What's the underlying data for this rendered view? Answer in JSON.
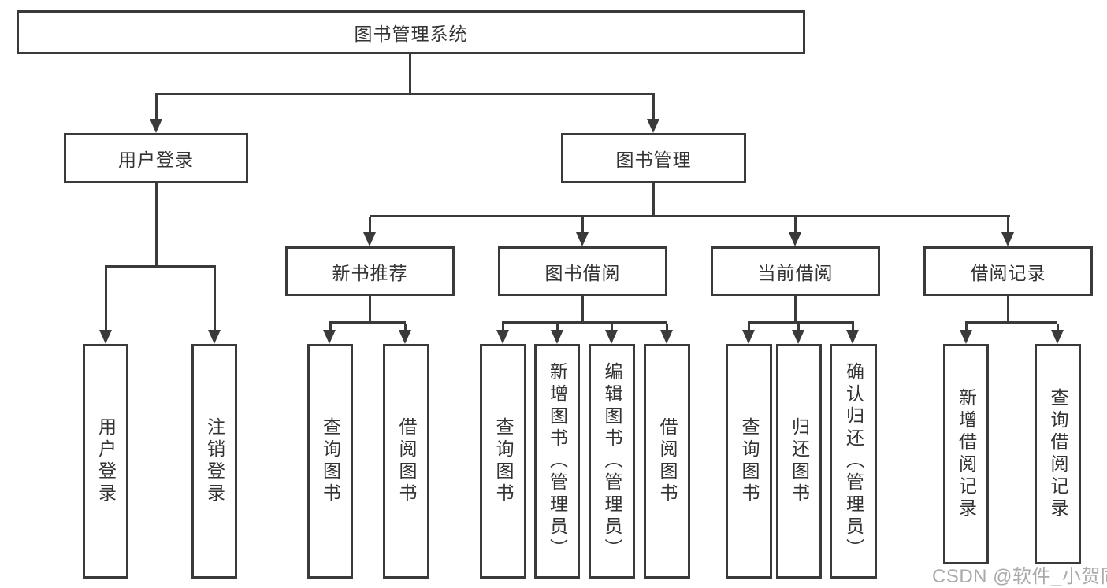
{
  "diagram": {
    "title": "图书管理系统",
    "branches": [
      {
        "label": "用户登录",
        "children": [
          "用户登录",
          "注销登录"
        ]
      },
      {
        "label": "图书管理",
        "groups": [
          {
            "label": "新书推荐",
            "children": [
              "查询图书",
              "借阅图书"
            ]
          },
          {
            "label": "图书借阅",
            "children": [
              "查询图书",
              "新增图书（管理员）",
              "编辑图书（管理员）",
              "借阅图书"
            ]
          },
          {
            "label": "当前借阅",
            "children": [
              "查询图书",
              "归还图书",
              "确认归还（管理员）"
            ]
          },
          {
            "label": "借阅记录",
            "children": [
              "新增借阅记录",
              "查询借阅记录"
            ]
          }
        ]
      }
    ],
    "watermark": "CSDN @软件_小贺同学",
    "colors": {
      "line": "#3a3a3a",
      "text": "#333333",
      "watermark": "#aaaaaa",
      "background": "#ffffff"
    }
  }
}
